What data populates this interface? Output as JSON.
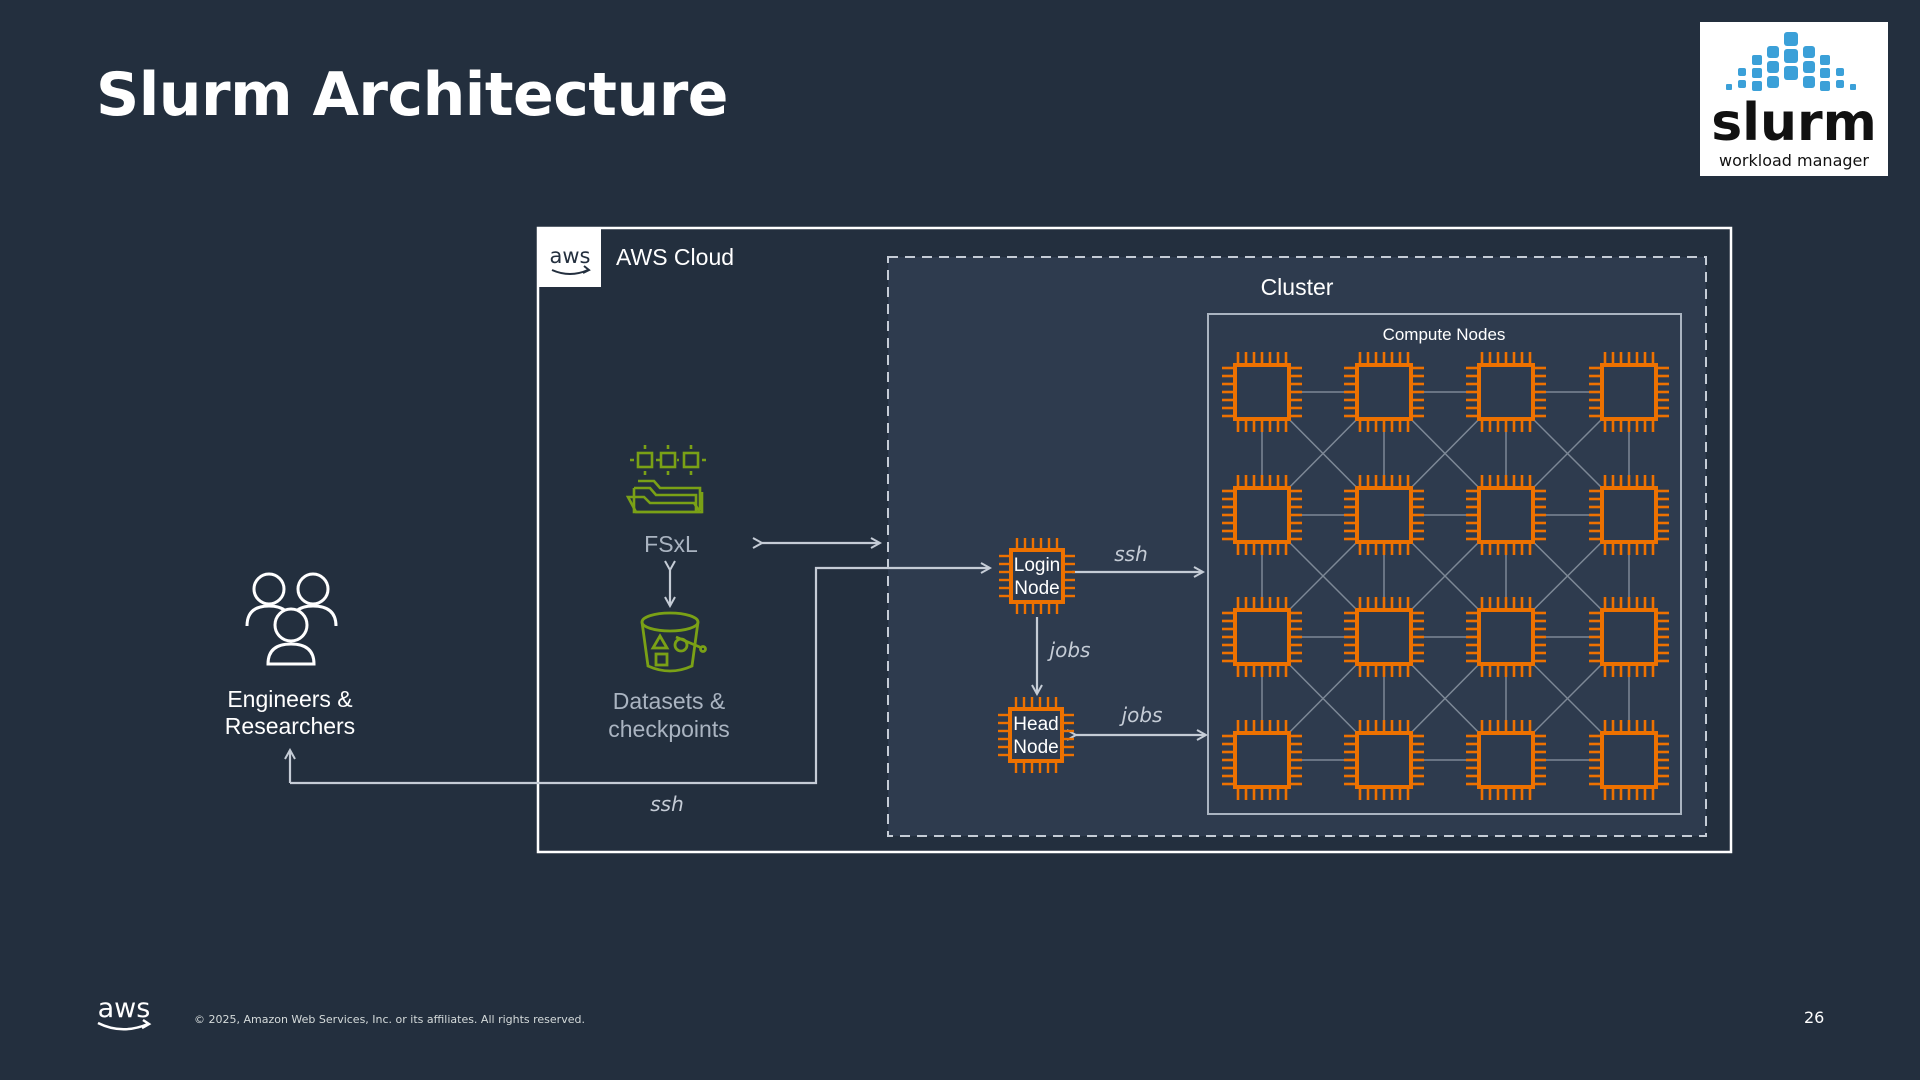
{
  "slide": {
    "title": "Slurm Architecture",
    "page_number": "26",
    "copyright": "© 2025, Amazon Web Services, Inc. or its affiliates. All rights reserved.",
    "footer_logo_text": "aws"
  },
  "slurm_logo": {
    "wordmark": "slurm",
    "tagline": "workload manager",
    "accent_color": "#3ba0d8"
  },
  "diagram": {
    "aws_cloud": {
      "label": "AWS Cloud",
      "badge_text": "aws"
    },
    "cluster": {
      "label": "Cluster"
    },
    "compute_nodes": {
      "label": "Compute Nodes",
      "rows": 4,
      "cols": 4
    },
    "users": {
      "label_line1": "Engineers &",
      "label_line2": "Researchers",
      "icon": "users-icon"
    },
    "fsxl": {
      "label": "FSxL",
      "icon": "fsx-lustre-icon"
    },
    "datasets": {
      "label_line1": "Datasets &",
      "label_line2": "checkpoints",
      "icon": "s3-bucket-icon"
    },
    "login_node": {
      "label_line1": "Login",
      "label_line2": "Node"
    },
    "head_node": {
      "label_line1": "Head",
      "label_line2": "Node"
    },
    "edge_labels": {
      "user_ssh": "ssh",
      "login_to_compute": "ssh",
      "login_to_head": "jobs",
      "head_to_compute": "jobs"
    },
    "colors": {
      "background": "#232f3e",
      "cluster_fill": "#2e3b4e",
      "chip_orange": "#ed7100",
      "storage_green": "#7aa116",
      "arrow": "#c5ccd6"
    }
  }
}
